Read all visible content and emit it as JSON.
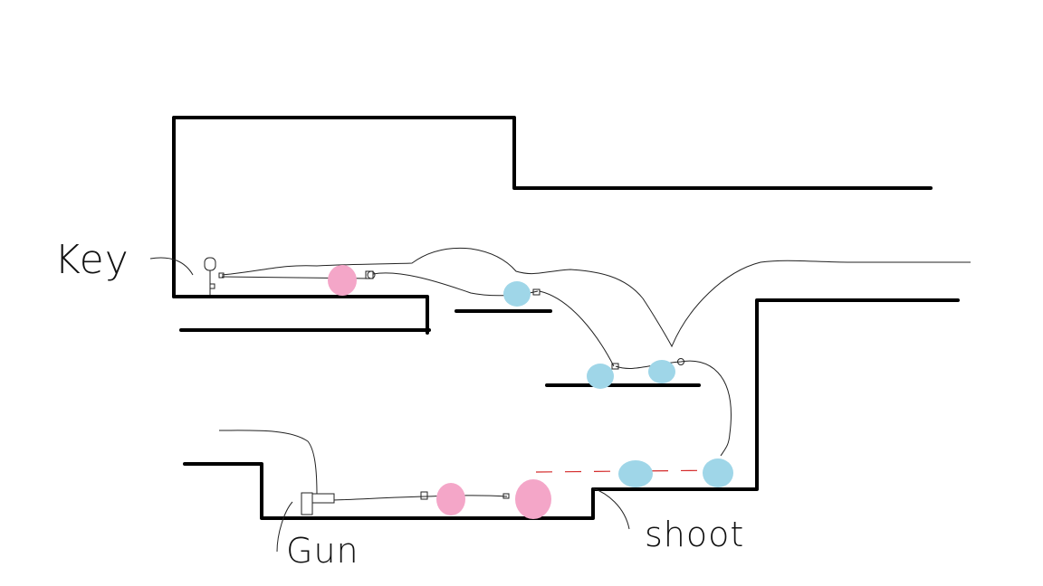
{
  "labels": {
    "key": "Key",
    "gun": "Gun",
    "shoot": "shoot"
  },
  "colors": {
    "wall": "#000000",
    "pink_enemy": "#f4a6c8",
    "blue_enemy": "#9fd6e8",
    "path": "#222222",
    "shot_line": "#d42a2a"
  },
  "icons": [
    "key-icon",
    "gun-icon",
    "player-marker-icon"
  ]
}
